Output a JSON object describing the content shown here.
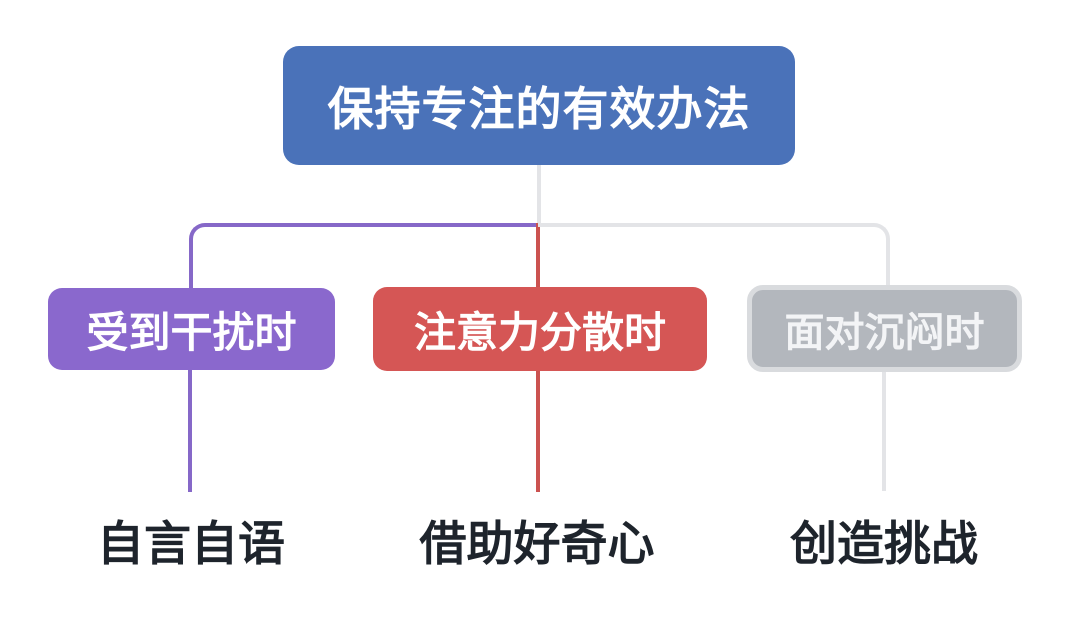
{
  "diagram": {
    "background": "#ffffff",
    "root": {
      "label": "保持专注的有效办法",
      "fill": "#4a72b9",
      "text_color": "#ffffff"
    },
    "branches": [
      {
        "label": "受到干扰时",
        "fill": "#8a68cd",
        "text_color": "#ffffff",
        "line_color": "#8668c8",
        "leaf": "自言自语"
      },
      {
        "label": "注意力分散时",
        "fill": "#d55655",
        "text_color": "#ffffff",
        "line_color": "#cb5250",
        "leaf": "借助好奇心"
      },
      {
        "label": "面对沉闷时",
        "fill": "#b3b7bd",
        "border_color": "#d9dbde",
        "text_color": "#f3f4f6",
        "line_color": "#e3e4e7",
        "leaf": "创造挑战"
      }
    ],
    "stem_color": "#e3e4e7",
    "leaf_text_color": "#1e242c"
  }
}
